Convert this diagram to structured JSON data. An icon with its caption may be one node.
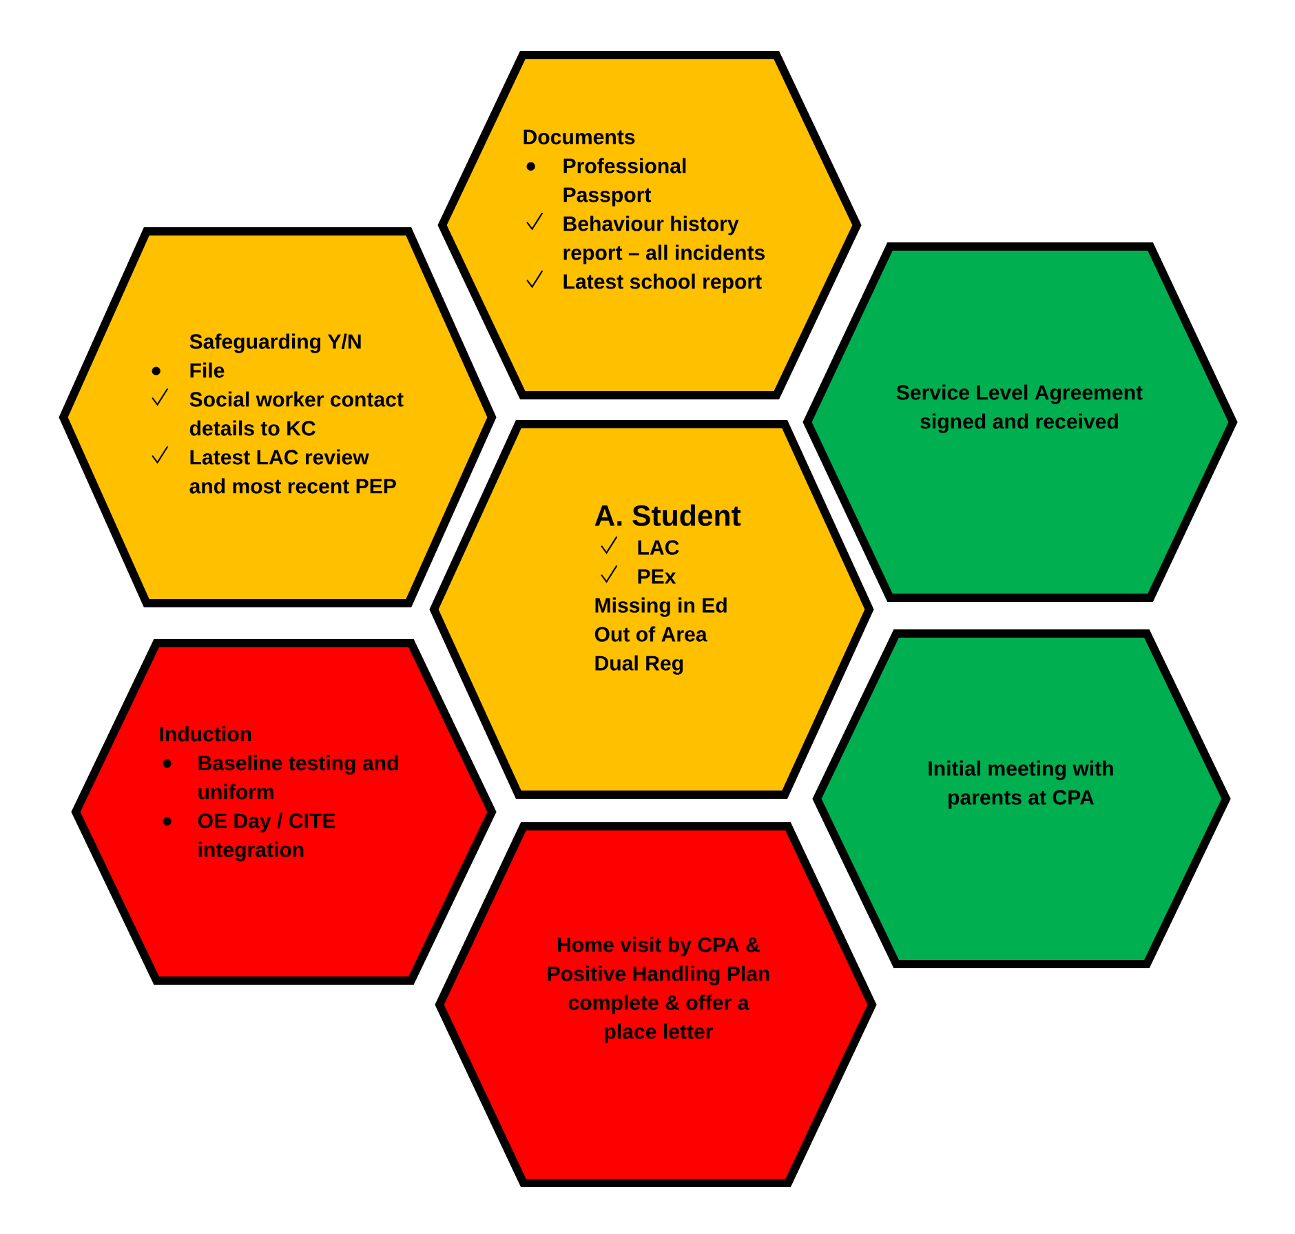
{
  "diagram": {
    "nodes": [
      {
        "text": [
          "Documents",
          "Professional Passport",
          "Behaviour history report – all incidents",
          "Latest school report"
        ]
      },
      {
        "text": [
          "Safeguarding Y/N",
          "File",
          "Social worker contact details to KC",
          "Latest LAC review and most recent PEP"
        ]
      },
      {
        "text": [
          "Service Level Agreement signed and received"
        ]
      },
      {
        "text": [
          "A. Student",
          "LAC",
          "PEx",
          "Missing in Ed",
          "Out of Area",
          "Dual Reg"
        ]
      },
      {
        "text": [
          "Induction",
          "Baseline testing and uniform",
          "OE Day / CITE integration"
        ]
      },
      {
        "text": [
          "Initial meeting with parents at CPA"
        ]
      },
      {
        "text": [
          "Home visit by CPA & Positive Handling Plan complete & offer a place letter"
        ]
      }
    ]
  }
}
